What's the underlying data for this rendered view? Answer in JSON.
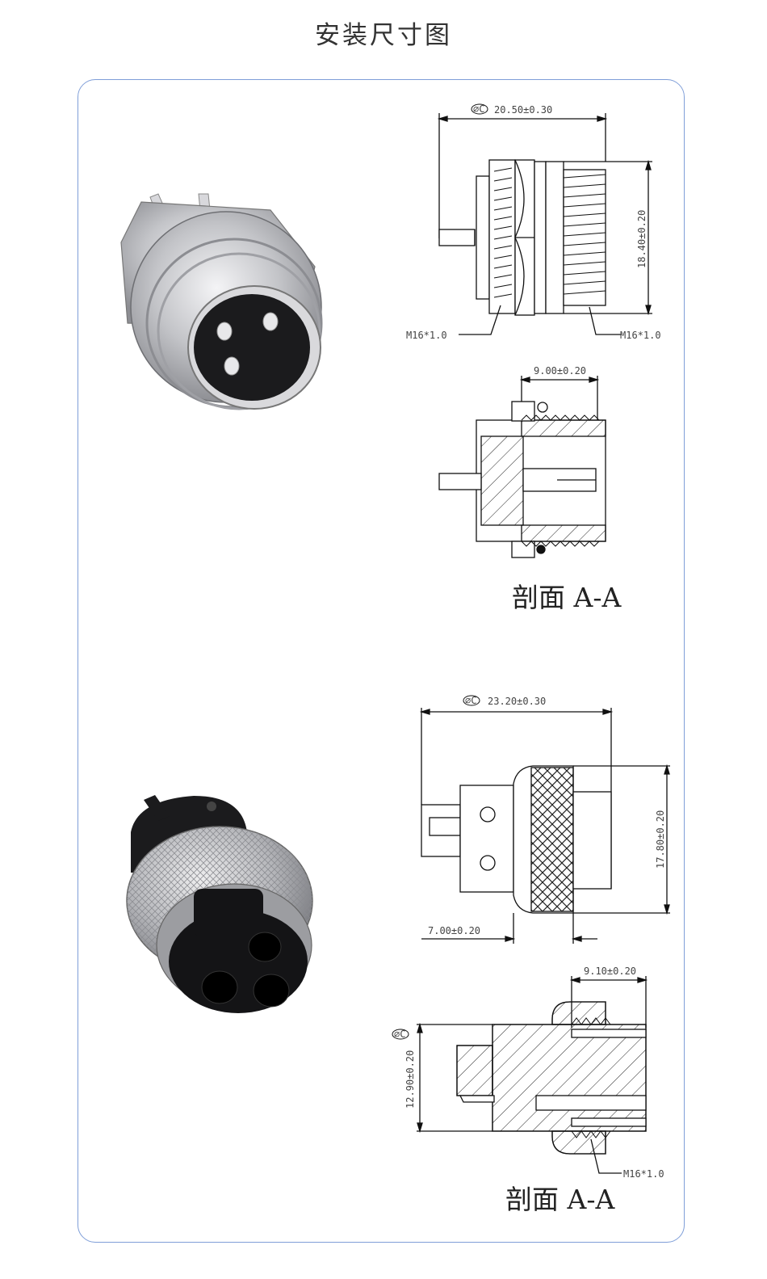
{
  "page": {
    "title": "安装尺寸图"
  },
  "male_connector": {
    "front_view": {
      "dia_symbol": "⌀C",
      "length": "20.50±0.30",
      "height": "18.40±0.20",
      "thread_left": "M16*1.0",
      "thread_right": "M16*1.0"
    },
    "section_view": {
      "width": "9.00±0.20",
      "label": "剖面 A-A"
    }
  },
  "female_connector": {
    "front_view": {
      "dia_symbol": "⌀C",
      "length": "23.20±0.30",
      "height": "17.80±0.20",
      "offset": "7.00±0.20"
    },
    "section_view": {
      "dia_symbol": "⌀C",
      "width": "9.10±0.20",
      "height": "12.90±0.20",
      "thread": "M16*1.0",
      "label": "剖面 A-A"
    }
  },
  "colors": {
    "frame_border": "#7f9ed8",
    "metal": "#c9c9cc",
    "plastic": "#1a1a1a",
    "line": "#111111"
  }
}
